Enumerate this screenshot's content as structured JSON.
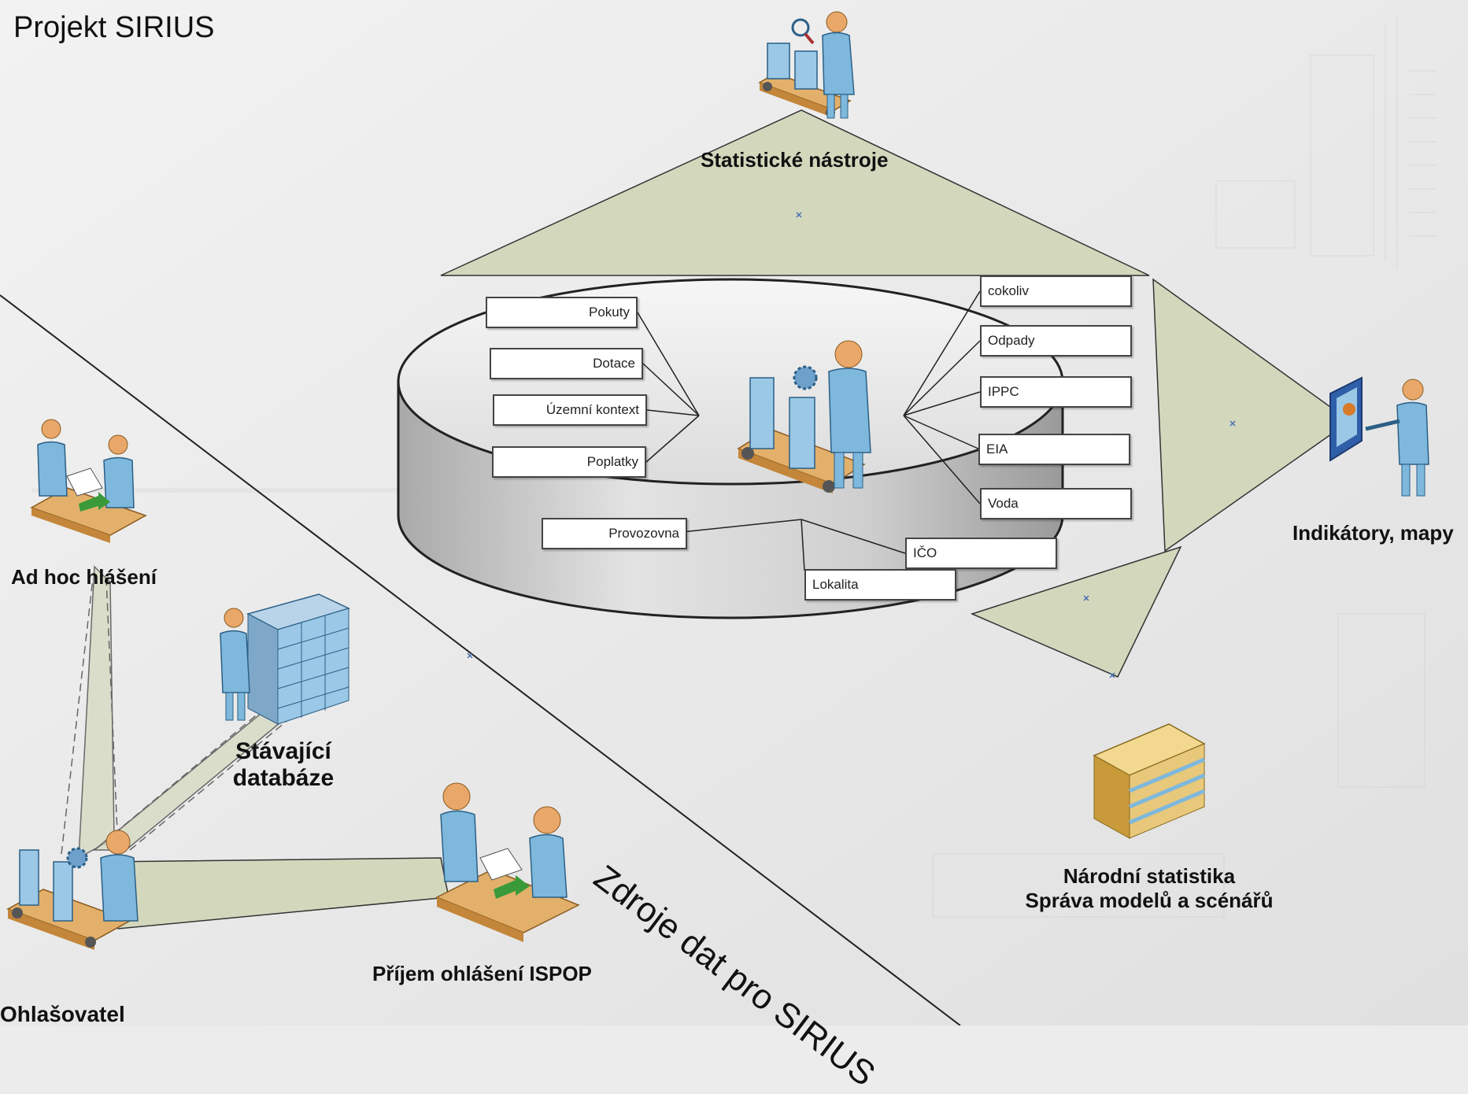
{
  "title": "Projekt SIRIUS",
  "hubs": {
    "statistics_tools": "Statistické nástroje",
    "indicators_maps": "Indikátory, mapy",
    "national_statistics": [
      "Národní statistika",
      "Správa modelů a scénářů"
    ]
  },
  "sources": {
    "adhoc": "Ad hoc hlášení",
    "existing_db": [
      "Stávající",
      "databáze"
    ],
    "ispop": "Příjem ohlášení ISPOP",
    "reporter": "Ohlašovatel",
    "region_label": "Zdroje dat pro SIRIUS"
  },
  "database": {
    "left_items": [
      "Pokuty",
      "Dotace",
      "Územní kontext",
      "Poplatky"
    ],
    "right_items": [
      "cokoliv",
      "Odpady",
      "IPPC",
      "EIA",
      "Voda"
    ],
    "bottom_items": [
      "Provozovna",
      "IČO",
      "Lokalita"
    ]
  },
  "colors": {
    "background": "#ececec",
    "beam_fill": "#d3d8bd",
    "cylinder": "#c9c9c9",
    "person": "#7eb8dc",
    "conveyor": "#e2b06a",
    "books": "#e8c87a"
  }
}
